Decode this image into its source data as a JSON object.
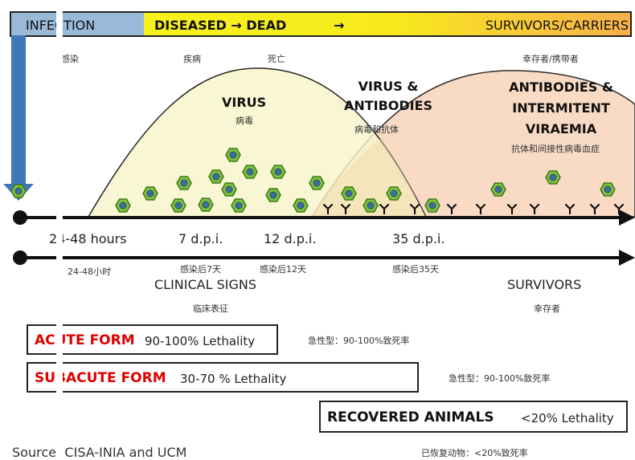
{
  "top_bar": {
    "infection": "INFECTION",
    "diseased_dead": "DISEASED → DEAD",
    "arrow": "→",
    "survivors_carriers": "SURVIVORS/CARRIERS"
  },
  "top_cn": {
    "infection": "感染",
    "diseased": "疾病",
    "dead": "死亡",
    "survivors": "幸存者/携带者"
  },
  "curves": {
    "virus_label": "VIRUS",
    "virus_cn": "病毒",
    "virus_antibodies_line1": "VIRUS &",
    "virus_antibodies_line2": "ANTIBODIES",
    "virus_antibodies_cn": "病毒和抗体",
    "antibodies_line1": "ANTIBODIES &",
    "antibodies_line2": "INTERMITENT",
    "antibodies_line3": "VIRAEMIA",
    "antibodies_cn": "抗体和间接性病毒血症"
  },
  "timeline": {
    "t1": "24-48 hours",
    "t2": "7 d.p.i.",
    "t3": "12 d.p.i.",
    "t4": "35 d.p.i.",
    "t1_cn": "24-48小时",
    "t2_cn": "感染后7天",
    "t3_cn": "感染后12天",
    "t4_cn": "感染后35天",
    "clinical_signs": "CLINICAL SIGNS",
    "clinical_signs_cn": "临床表征",
    "survivors": "SURVIVORS",
    "survivors_cn": "幸存者"
  },
  "forms": {
    "acute_title": "ACUTE FORM",
    "acute_lethality": "90-100% Lethality",
    "acute_cn": "急性型：90-100%致死率",
    "subacute_title": "SUBACUTE FORM",
    "subacute_lethality": "30-70 %  Lethality",
    "subacute_cn": "急性型：90-100%致死率",
    "recovered_title": "RECOVERED  ANIMALS",
    "recovered_lethality": "<20% Lethality",
    "recovered_cn": "已恢复动物：<20%致死率"
  },
  "source": "Source: CISA-INIA and UCM",
  "colors": {
    "virus_fill": "#f7f5c8",
    "antibody_fill": "#f9d9c2",
    "hexagon_green": "#6aaa2a",
    "hexagon_core": "#3d6f9c",
    "infection_arrow": "#3e78b8",
    "form_title_red": "#e00000"
  }
}
